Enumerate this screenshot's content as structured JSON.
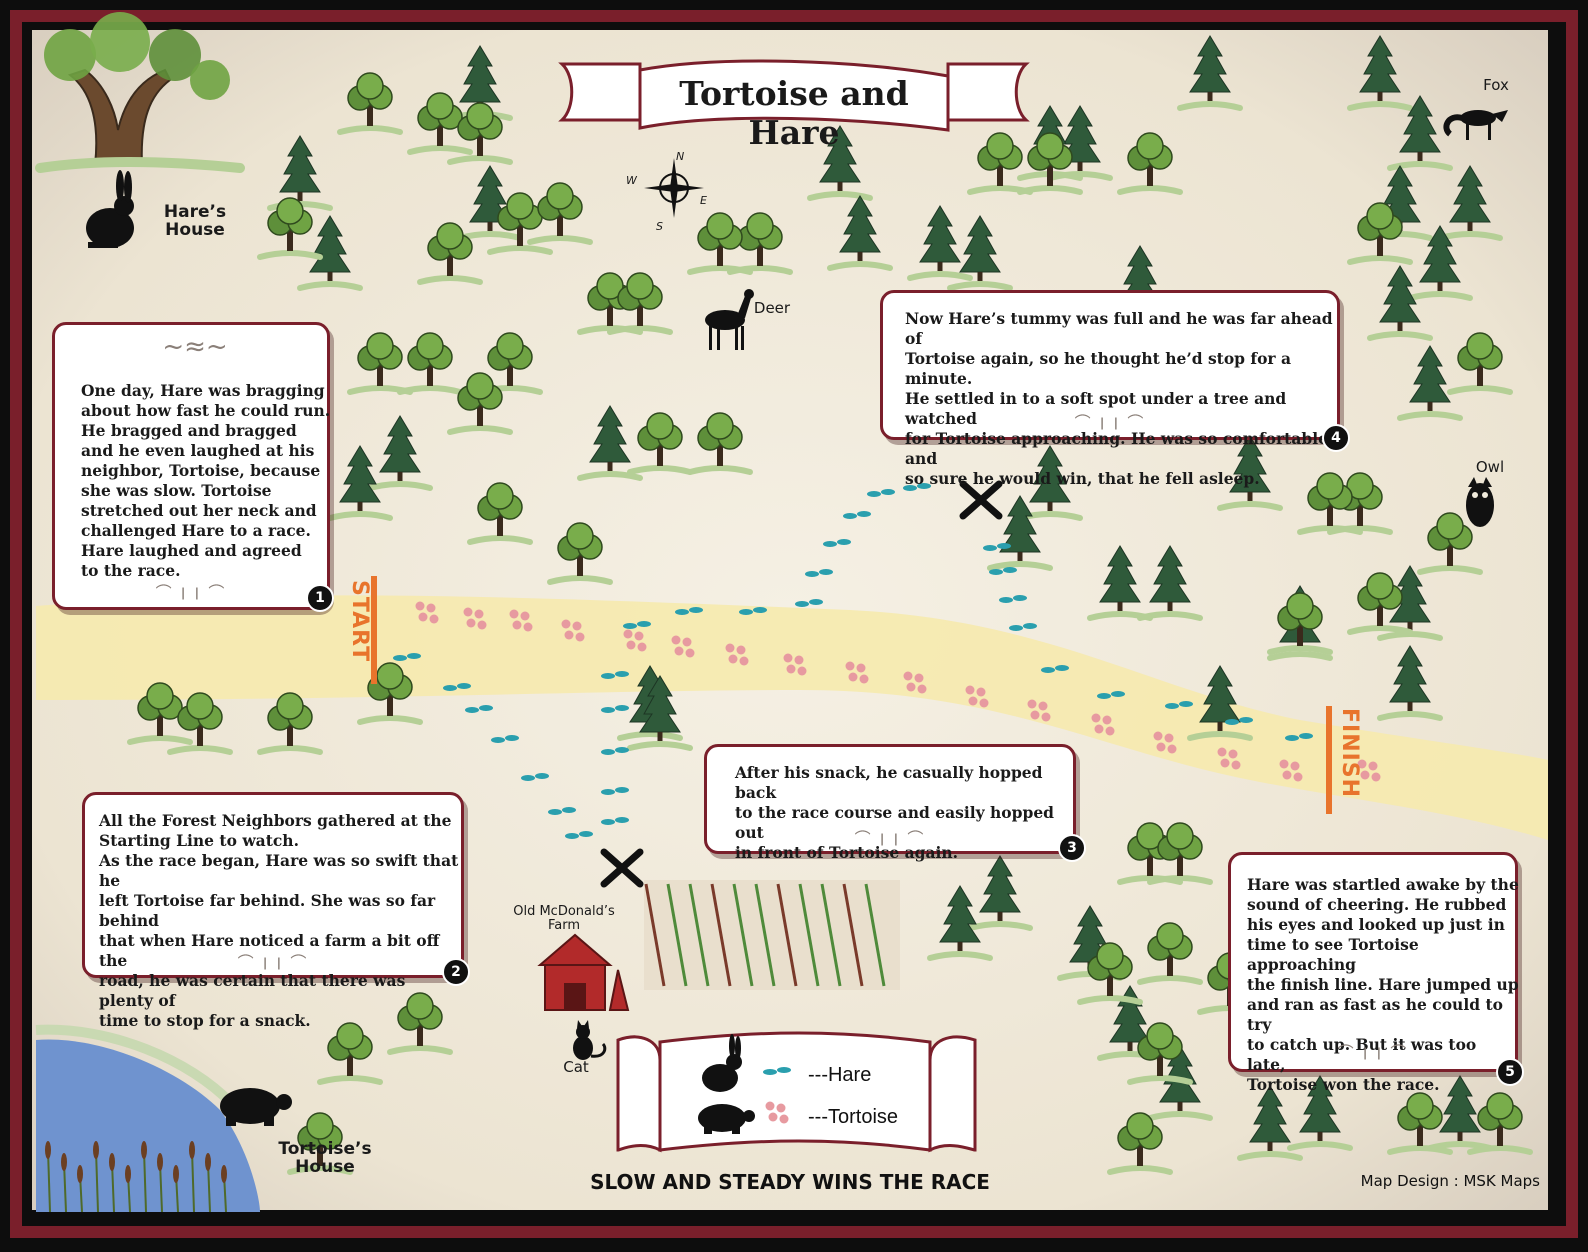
{
  "map": {
    "title": "Tortoise and Hare",
    "motto": "SLOW AND STEADY WINS THE RACE",
    "credit": "Map Design : MSK Maps",
    "road": {
      "start_label": "START",
      "finish_label": "FINISH"
    },
    "compass": {
      "n": "N",
      "e": "E",
      "s": "S",
      "w": "W"
    },
    "places": {
      "hares_house": "Hare’s\nHouse",
      "tortoises_house": "Tortoise’s\nHouse",
      "farm": "Old McDonald’s\nFarm",
      "deer": "Deer",
      "fox": "Fox",
      "owl": "Owl",
      "cat": "Cat"
    },
    "legend": {
      "hare": "---Hare",
      "tortoise": "---Tortoise"
    },
    "story": [
      {
        "number": "1",
        "text": "One day, Hare was bragging\nabout how fast he could run.\nHe bragged and bragged\nand he even laughed at his\nneighbor, Tortoise, because\nshe was slow. Tortoise\nstretched out her neck and\nchallenged Hare to a race.\nHare laughed and agreed\nto the race."
      },
      {
        "number": "2",
        "text": "All the Forest Neighbors gathered at the\nStarting Line to watch.\nAs the race began, Hare was so swift that he\nleft Tortoise far behind. She was so far behind\nthat when Hare noticed a farm a bit off the\nroad, he was certain that there was plenty of\ntime to stop for a snack."
      },
      {
        "number": "3",
        "text": "After his snack, he casually hopped back\nto the race course and easily hopped out\nin front of Tortoise again."
      },
      {
        "number": "4",
        "text": "Now Hare’s tummy was full and he was far ahead of\nTortoise again, so he thought he’d stop for a minute.\nHe settled in to a soft spot under a tree and watched\nfor Tortoise approaching. He was so comfortable, and\nso sure he would win, that he fell asleep."
      },
      {
        "number": "5",
        "text": "Hare was startled awake by the\nsound of cheering. He rubbed\nhis eyes and looked up just in\ntime to see Tortoise approaching\nthe finish line. Hare jumped up\nand ran as fast as he could to try\nto catch up. But it was too late,\nTortoise won the race."
      }
    ],
    "colors": {
      "parchment": "#f1ebdc",
      "road": "#f5eab0",
      "hare_track": "#2a9fae",
      "tortoise_track": "#e79aa0",
      "border": "#7a1f2b",
      "start_finish": "#e8742c"
    }
  }
}
